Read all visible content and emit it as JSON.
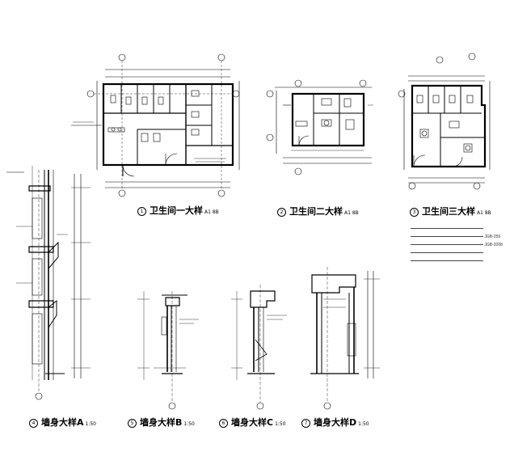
{
  "titles": {
    "plan1": {
      "num": "1",
      "text": "卫生间一大样",
      "scale": "A1 8B"
    },
    "plan2": {
      "num": "2",
      "text": "卫生间二大样",
      "scale": "A1 8B"
    },
    "plan3": {
      "num": "3",
      "text": "卫生间三大样",
      "scale": "A1 8B"
    },
    "wallA": {
      "num": "4",
      "text": "墙身大样A",
      "scale": "1:50"
    },
    "wallB": {
      "num": "5",
      "text": "墙身大样B",
      "scale": "1:50"
    },
    "wallC": {
      "num": "6",
      "text": "墙身大样C",
      "scale": "1:50"
    },
    "wallD": {
      "num": "7",
      "text": "墙身大样D",
      "scale": "1:50"
    }
  },
  "notes": [
    "JGB-256",
    "JGB-2008"
  ],
  "colors": {
    "line": "#000000",
    "paper": "#ffffff"
  }
}
